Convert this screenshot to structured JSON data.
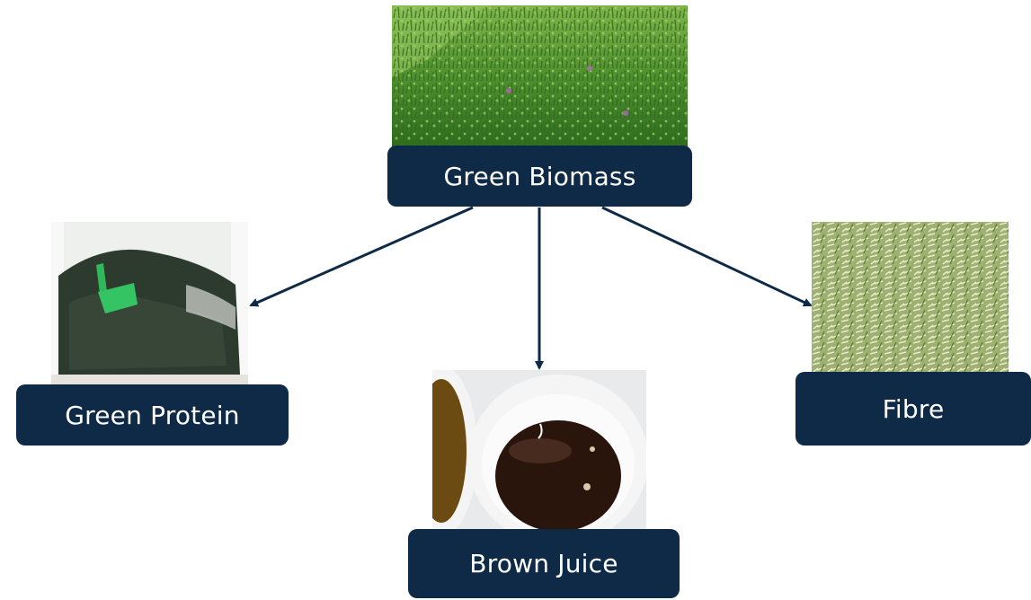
{
  "nodes": {
    "source": {
      "label": "Green Biomass",
      "image": "green-field-photo"
    },
    "outputs": [
      {
        "label": "Green Protein",
        "image": "green-protein-powder-photo"
      },
      {
        "label": "Brown Juice",
        "image": "brown-juice-bowl-photo"
      },
      {
        "label": "Fibre",
        "image": "dried-fibre-photo"
      }
    ]
  },
  "colors": {
    "label_bg": "#0e2a47",
    "label_text": "#ffffff",
    "arrow": "#0e2a47"
  }
}
